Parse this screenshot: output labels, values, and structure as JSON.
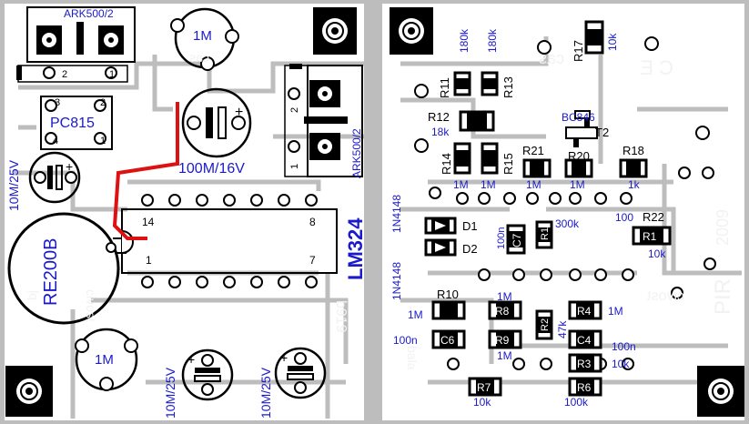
{
  "colors": {
    "board": "#bdbdbd",
    "copper": "#ffffff",
    "outline": "#000000",
    "silk_blue": "#1a1acc",
    "jumper": "#dd1111"
  },
  "left": {
    "ark_top": {
      "label": "ARK500/2",
      "pin1": "1",
      "pin2": "2"
    },
    "cap_1m_top": "1M",
    "pc815": {
      "label": "PC815",
      "p1": "1",
      "p2": "2",
      "p3": "3",
      "p4": "4"
    },
    "cap_100m_16v": "100M/16V",
    "ark_mid": {
      "label": "ARK500/2",
      "pin1": "1",
      "pin2": "2"
    },
    "cap_10m_25v_left": "10M/25V",
    "re200b": "RE200B",
    "lm324": {
      "label": "LM324",
      "pin14": "14",
      "pin8": "8",
      "pin1": "1",
      "pin7": "7"
    },
    "cap_1m_bottom": "1M",
    "cap_10m_25v_b1": "10M/25V",
    "cap_10m_25v_b2": "10M/25V",
    "mirror_cas": "cas",
    "mirror_bj": "bj",
    "mirror_civost": "civost",
    "mirror_bala": "b919"
  },
  "right": {
    "r11": {
      "ref": "R11",
      "val": "180k"
    },
    "r13": {
      "ref": "R13",
      "val": "180k"
    },
    "r17": {
      "ref": "R17",
      "val": "10k"
    },
    "r12": {
      "ref": "R12",
      "val": "18k"
    },
    "t2": {
      "ref": "T2",
      "val": "BC846"
    },
    "r14": {
      "ref": "R14",
      "val": "1M"
    },
    "r15": {
      "ref": "R15",
      "val": "1M"
    },
    "r21": {
      "ref": "R21",
      "val": "1M"
    },
    "r20": {
      "ref": "R20",
      "val": "1M"
    },
    "r18": {
      "ref": "R18",
      "val": "1k"
    },
    "d1": {
      "ref": "D1",
      "val": "1N4148"
    },
    "d2": {
      "ref": "D2",
      "val": "1N4148"
    },
    "c7": {
      "ref": "C7",
      "val": "100n"
    },
    "r22": {
      "ref": "R22",
      "val": "100"
    },
    "r1": {
      "ref": "R1",
      "val": "10k"
    },
    "r300k": "300k",
    "r10": {
      "ref": "R10",
      "val": "1M"
    },
    "r8": {
      "ref": "R8",
      "val": "1M"
    },
    "r4": {
      "ref": "R4",
      "val": "1M"
    },
    "r2": {
      "ref": "R2",
      "val": "47k"
    },
    "c6": {
      "ref": "C6",
      "val": "100n"
    },
    "r9": {
      "ref": "R9",
      "val": "1M"
    },
    "c4": {
      "ref": "C4",
      "val": "100n"
    },
    "r3": {
      "ref": "R3",
      "val": "10k"
    },
    "r7": {
      "ref": "R7",
      "val": "10k"
    },
    "r6": {
      "ref": "R6",
      "val": "100k"
    },
    "r1_small": "R1",
    "mirror_cas": "cas",
    "mirror_ce": "C E",
    "mirror_civost": "civost",
    "mirror_pir": "PIR",
    "mirror_year": "2009",
    "mirror_bala": "bala"
  }
}
